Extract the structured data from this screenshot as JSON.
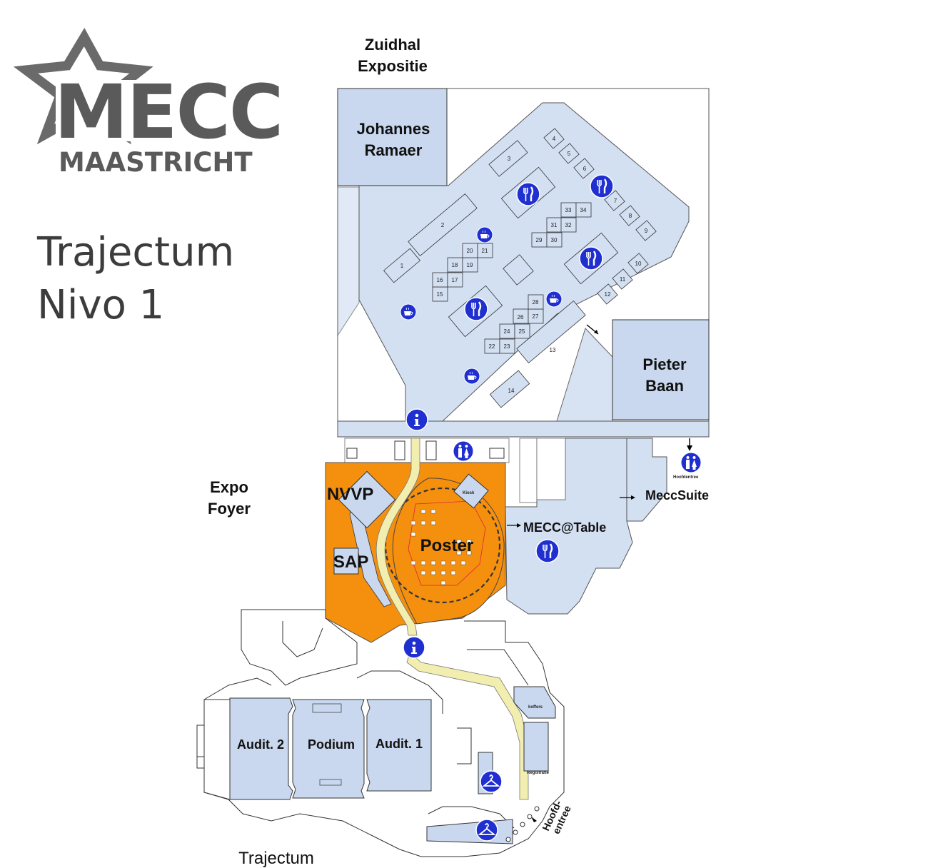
{
  "logo": {
    "text": "MECC",
    "subtext": "MAASTRICHT"
  },
  "title": {
    "line1": "Trajectum",
    "line2": "Nivo 1"
  },
  "areas": {
    "zuidhal": {
      "line1": "Zuidhal",
      "line2": "Expositie"
    },
    "johannes": {
      "line1": "Johannes",
      "line2": "Ramaer"
    },
    "pieter": {
      "line1": "Pieter",
      "line2": "Baan"
    },
    "expo_foyer": {
      "line1": "Expo",
      "line2": "Foyer"
    },
    "nvvp": "NVVP",
    "sap": "SAP",
    "poster": "Poster",
    "kiosk": "Kiosk",
    "mecc_table": "MECC@Table",
    "mecc_suite": "MeccSuite",
    "hoofdentree_small": "Hoofdentree",
    "audit2": "Audit. 2",
    "podium": "Podium",
    "audit1": "Audit. 1",
    "trajectum": "Trajectum",
    "hoofdentree": {
      "line1": "Hoofd-",
      "line2": "entree"
    },
    "registratie": "Registratie",
    "koffers": "koffers"
  },
  "booths": [
    "1",
    "2",
    "3",
    "4",
    "5",
    "6",
    "7",
    "8",
    "9",
    "10",
    "11",
    "12",
    "13",
    "14",
    "15",
    "16",
    "17",
    "18",
    "19",
    "20",
    "21",
    "22",
    "23",
    "24",
    "25",
    "26",
    "27",
    "28",
    "29",
    "30",
    "31",
    "32",
    "33",
    "34"
  ],
  "colors": {
    "hall": "#d3e0f2",
    "expo_foyer": "#f5900f",
    "walkway": "#f2eeb0",
    "icon": "#1f2fd0",
    "logo": "#5a5a5a"
  },
  "icons": [
    "restaurant-icon",
    "coffee-icon",
    "info-icon",
    "toilet-icon",
    "cloakroom-icon"
  ]
}
